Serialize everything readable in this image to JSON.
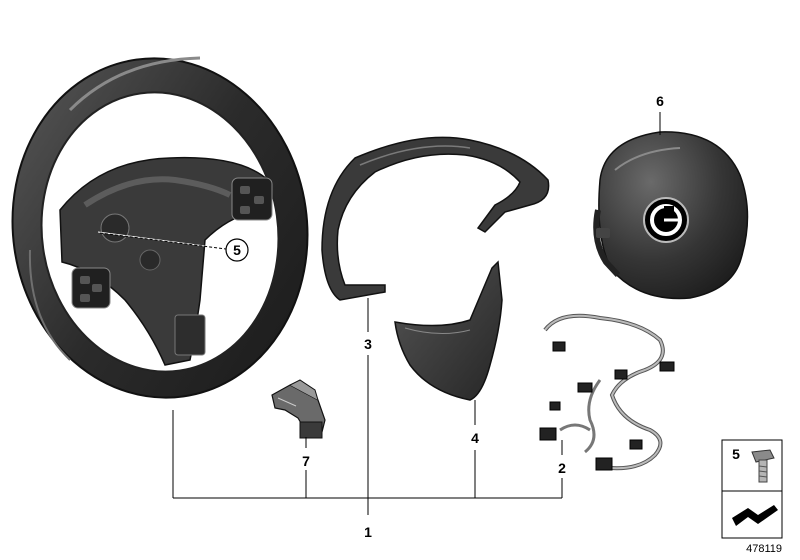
{
  "diagram": {
    "parts": [
      {
        "id": "steering-wheel",
        "callout": "1"
      },
      {
        "id": "wiring-harness",
        "callout": "2"
      },
      {
        "id": "trim-bezel",
        "callout": "3"
      },
      {
        "id": "lower-trim-cover",
        "callout": "4"
      },
      {
        "id": "screw",
        "callout": "5"
      },
      {
        "id": "airbag-module",
        "callout": "6"
      },
      {
        "id": "connector-module",
        "callout": "7"
      }
    ],
    "inline_callout": "5",
    "legend_box": {
      "callout": "5"
    },
    "reference_number": "478119"
  }
}
